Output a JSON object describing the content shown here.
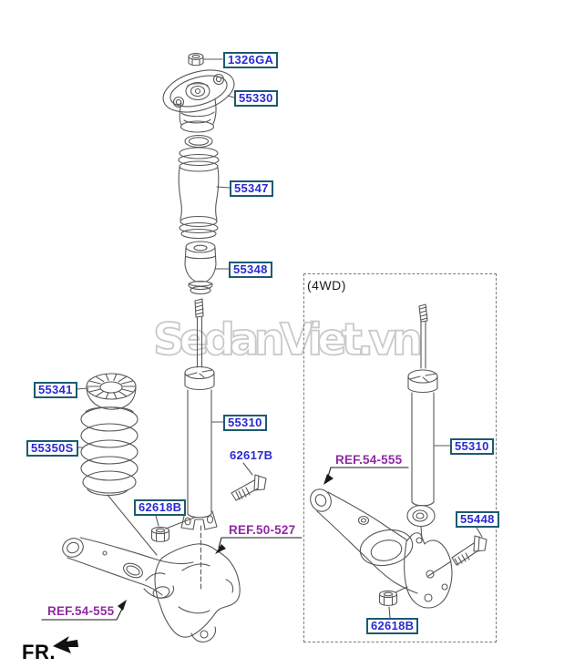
{
  "watermark": "SedanViet.vn",
  "fr_indicator": "FR.",
  "variant_panel": {
    "title": "(4WD)"
  },
  "part_labels": {
    "flange_nut": "1326GA",
    "insulator_mount": "55330",
    "dust_cover": "55347",
    "bumper_stopper": "55348",
    "spring_pad": "55341",
    "coil_spring": "55350S",
    "shock_absorber": "55310",
    "mounting_bolt": "62617B",
    "lock_nut": "62618B",
    "bracket_bolt": "55448",
    "ref_axle": "REF.50-527",
    "ref_arm": "REF.54-555"
  },
  "colors": {
    "label_border": "#1c5a70",
    "part_number_blue": "#2a2ad2",
    "ref_purple": "#9128a4",
    "drawing_line": "#585858",
    "watermark_gray": "#c9c9c9",
    "panel_dash": "#7a7a7a"
  }
}
